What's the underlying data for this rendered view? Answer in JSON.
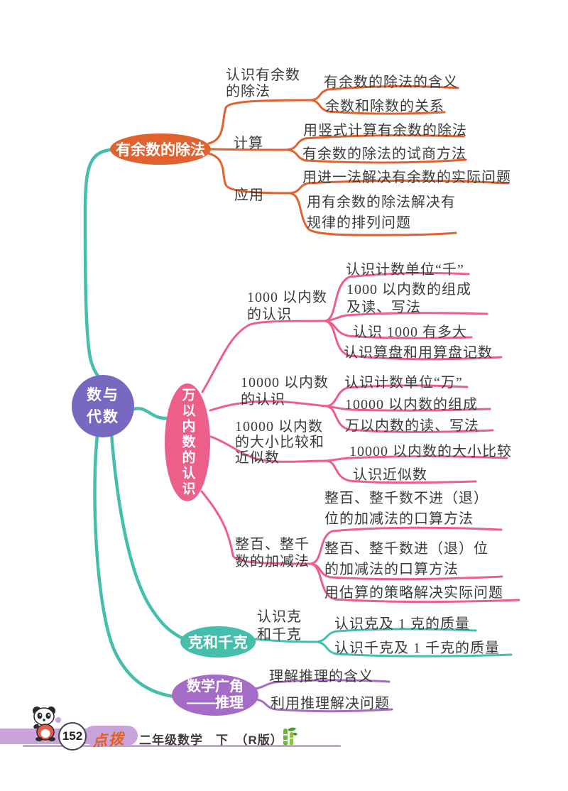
{
  "colors": {
    "orange": "#e2622f",
    "pink": "#ec5f8b",
    "teal": "#45beac",
    "purple": "#7769bf",
    "violet": "#a46cc6",
    "ink": "#3a3a3a",
    "footer_band": "#c9a4db",
    "brand_orange": "#e2611f",
    "bamboo_green": "#6ab33c"
  },
  "root": {
    "line1": "数与",
    "line2": "代数"
  },
  "branches": {
    "remainder": {
      "title": "有余数的除法",
      "children": {
        "renshi": {
          "line1": "认识有余数",
          "line2": "的除法",
          "leaf1": "有余数的除法的含义",
          "leaf2": "余数和除数的关系"
        },
        "jisuan": {
          "label": "计算",
          "leaf1": "用竖式计算有余数的除法",
          "leaf2": "有余数的除法的试商方法"
        },
        "yingyong": {
          "label": "应用",
          "leaf1": "用进一法解决有余数的实际问题",
          "leaf2_line1": "用有余数的除法解决有",
          "leaf2_line2": "规律的排列问题"
        }
      }
    },
    "wanyinei": {
      "title": "万以内数的认识",
      "children": {
        "qian": {
          "line1": "1000 以内数",
          "line2": "的认识",
          "leaf1": "认识计数单位“千”",
          "leaf2_line1": "1000 以内数的组成",
          "leaf2_line2": "及读、写法",
          "leaf3": "认识 1000 有多大",
          "leaf4": "认识算盘和用算盘记数"
        },
        "wan": {
          "line1": "10000 以内数",
          "line2": "的认识",
          "leaf1": "认识计数单位“万”",
          "leaf2": "10000 以内数的组成",
          "leaf3": "万以内数的读、写法"
        },
        "bijiao": {
          "line1": "10000 以内数",
          "line2": "的大小比较和",
          "line3": "近似数",
          "leaf1": "10000 以内数的大小比较",
          "leaf2": "认识近似数"
        },
        "jiajian": {
          "line1": "整百、整千",
          "line2": "数的加减法",
          "leaf1_line1": "整百、整千数不进（退）",
          "leaf1_line2": "位的加减法的口算方法",
          "leaf2_line1": "整百、整千数进（退）位",
          "leaf2_line2": "的加减法的口算方法",
          "leaf3": "用估算的策略解决实际问题"
        }
      }
    },
    "kegram": {
      "title": "克和千克",
      "children": {
        "renshike": {
          "line1": "认识克",
          "line2": "和千克",
          "leaf1": "认识克及 1 克的质量",
          "leaf2": "认识千克及 1 千克的质量"
        }
      }
    },
    "guangjiao": {
      "title_line1": "数学广角",
      "title_line2": "——推理",
      "leaf1": "理解推理的含义",
      "leaf2": "利用推理解决问题"
    }
  },
  "footer": {
    "page_number": "152",
    "brand": "点拨",
    "book_info": "二年级数学　下　（R版）"
  }
}
